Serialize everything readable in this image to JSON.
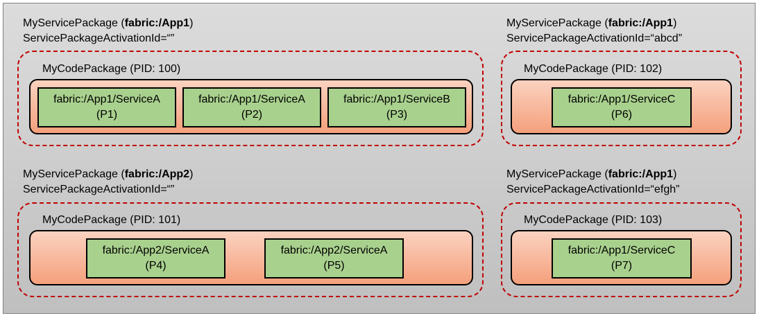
{
  "packages": [
    {
      "name_prefix": "MyServicePackage (",
      "app": "fabric:/App1",
      "name_suffix": ")",
      "activation": "ServicePackageActivationId=“”",
      "code_package": "MyCodePackage (PID: 100)",
      "services": [
        {
          "name": "fabric:/App1/ServiceA",
          "partition": "(P1)"
        },
        {
          "name": "fabric:/App1/ServiceA",
          "partition": "(P2)"
        },
        {
          "name": "fabric:/App1/ServiceB",
          "partition": "(P3)"
        }
      ]
    },
    {
      "name_prefix": "MyServicePackage (",
      "app": "fabric:/App1",
      "name_suffix": ")",
      "activation": "ServicePackageActivationId=“abcd”",
      "code_package": "MyCodePackage (PID: 102)",
      "services": [
        {
          "name": "fabric:/App1/ServiceC",
          "partition": "(P6)"
        }
      ]
    },
    {
      "name_prefix": "MyServicePackage (",
      "app": "fabric:/App2",
      "name_suffix": ")",
      "activation": "ServicePackageActivationId=“”",
      "code_package": "MyCodePackage (PID: 101)",
      "services": [
        {
          "name": "fabric:/App2/ServiceA",
          "partition": "(P4)"
        },
        {
          "name": "fabric:/App2/ServiceA",
          "partition": "(P5)"
        }
      ]
    },
    {
      "name_prefix": "MyServicePackage (",
      "app": "fabric:/App1",
      "name_suffix": ")",
      "activation": "ServicePackageActivationId=“efgh”",
      "code_package": "MyCodePackage (PID: 103)",
      "services": [
        {
          "name": "fabric:/App1/ServiceC",
          "partition": "(P7)"
        }
      ]
    }
  ],
  "colors": {
    "background": "#d0d0d0",
    "dashed_border": "#c00000",
    "code_package_fill": "#f4b093",
    "service_fill": "#a9d18e"
  }
}
